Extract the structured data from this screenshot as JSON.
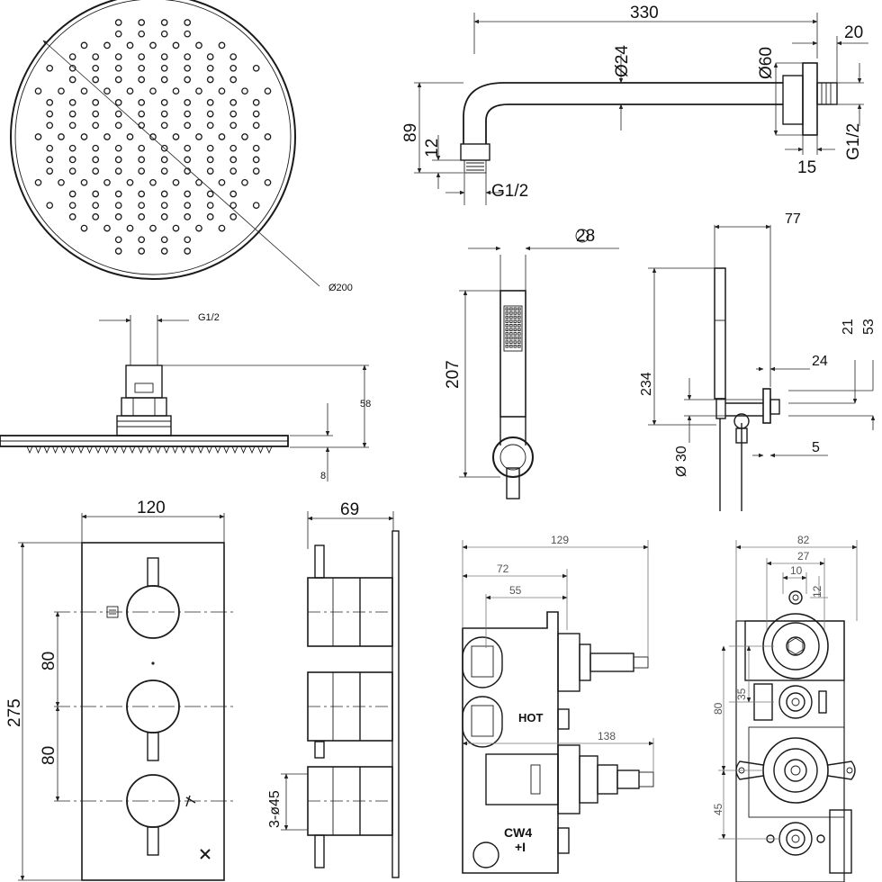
{
  "dims": {
    "arm_length": "330",
    "arm_offset": "20",
    "arm_pipe_dia": "Ø24",
    "flange_dia": "Ø60",
    "arm_drop": "89",
    "arm_tip": "12",
    "arm_thread": "G1/2",
    "flange_thread": "G1/2",
    "flange_depth": "15",
    "head_dia": "Ø200",
    "head_thread": "G1/2",
    "head_height": "58",
    "head_thickness": "8",
    "handset_dia": "28",
    "handset_length": "207",
    "bracket_offset": "77",
    "hose_top_a": "21",
    "hose_top_b": "53",
    "bracket_height": "234",
    "bracket_depth": "24",
    "bracket_dia": "Ø 30",
    "bracket_gap": "5",
    "plate_width": "120",
    "plate_height": "275",
    "knob_spacing_top": "80",
    "knob_spacing_bottom": "80",
    "side_depth": "69",
    "knob_dia": "3-ø45",
    "valve_depth": "129",
    "valve_a": "72",
    "valve_b": "55",
    "valve_c": "138",
    "body_width": "82",
    "body_b": "27",
    "body_c": "10",
    "body_d": "12",
    "body_e": "35",
    "body_f": "80",
    "body_g": "45",
    "label_hot": "HOT",
    "label_cw": "CW4",
    "label_pm": "+I"
  }
}
